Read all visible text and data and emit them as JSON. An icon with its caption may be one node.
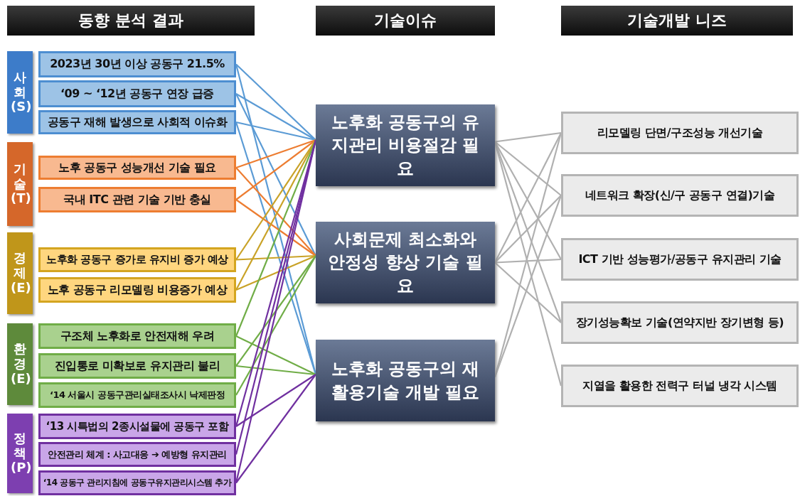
{
  "diagram": {
    "nodes": [
      {
        "text": [
          "동향 분석 결과"
        ]
      },
      {
        "text": [
          "기술이슈"
        ]
      },
      {
        "text": [
          "기술개발 니즈"
        ]
      },
      {
        "text": [
          "사회 (S)"
        ]
      },
      {
        "text": [
          "2023년 30년 이상 공동구 21.5%"
        ]
      },
      {
        "text": [
          "‘09 ~ ‘12년 공동구 연장 급증"
        ]
      },
      {
        "text": [
          "공동구 재해 발생으로 사회적 이슈화"
        ]
      },
      {
        "text": [
          "기술 (T)"
        ]
      },
      {
        "text": [
          "노후 공동구 성능개선 기술 필요"
        ]
      },
      {
        "text": [
          "국내 ITC 관련 기술 기반 충실"
        ]
      },
      {
        "text": [
          "경제 (E)"
        ]
      },
      {
        "text": [
          "노후화 공동구 증가로 유지비 증가 예상"
        ]
      },
      {
        "text": [
          "노후 공동구 리모델링 비용증가 예상"
        ]
      },
      {
        "text": [
          "환경 (E)"
        ]
      },
      {
        "text": [
          "구조체 노후화로 안전재해 우려"
        ]
      },
      {
        "text": [
          "진입통로 미확보로 유지관리 불리"
        ]
      },
      {
        "text": [
          "‘14 서울시 공동구관리실태조사시 낙제판정"
        ]
      },
      {
        "text": [
          "정책 (P)"
        ]
      },
      {
        "text": [
          "‘13 시특법의 2종시설물에 공동구 포함"
        ]
      },
      {
        "text": [
          "안전관리 체계 : 사고대응 ➔ 예방형 유지관리"
        ]
      },
      {
        "text": [
          "‘14 공동구 관리지침에 공동구유지관리시스템 추가"
        ]
      },
      {
        "text": [
          "노후화 공동구의 유지관리 비용절감 필요"
        ]
      },
      {
        "text": [
          "사회문제 최소화와 안정성 향상 기술 필요"
        ]
      },
      {
        "text": [
          "노후화 공동구의 재활용기술 개발 필요"
        ]
      },
      {
        "text": [
          "리모델링 단면/구조성능 개선기술"
        ]
      },
      {
        "text": [
          "네트워크 확장(신/구 공동구 연결)기술"
        ]
      },
      {
        "text": [
          "ICT 기반 성능평가/공동구 유지관리 기술"
        ]
      },
      {
        "text": [
          "장기성능확보 기술(연약지반 장기변형 등)"
        ]
      },
      {
        "text": [
          "지열을 활용한 전력구 터널 냉각 시스템"
        ]
      }
    ],
    "edges": [
      {
        "from": 4,
        "to": 21,
        "arrow": "none",
        "color": "#5b9bd5"
      },
      {
        "from": 4,
        "to": 23,
        "arrow": "none",
        "color": "#5b9bd5"
      },
      {
        "from": 5,
        "to": 21,
        "arrow": "none",
        "color": "#5b9bd5"
      },
      {
        "from": 5,
        "to": 22,
        "arrow": "none",
        "color": "#5b9bd5"
      },
      {
        "from": 6,
        "to": 21,
        "arrow": "none",
        "color": "#5b9bd5"
      },
      {
        "from": 6,
        "to": 23,
        "arrow": "none",
        "color": "#5b9bd5"
      },
      {
        "from": 8,
        "to": 21,
        "arrow": "none",
        "color": "#ed7d31"
      },
      {
        "from": 8,
        "to": 22,
        "arrow": "none",
        "color": "#ed7d31"
      },
      {
        "from": 9,
        "to": 21,
        "arrow": "none",
        "color": "#ed7d31"
      },
      {
        "from": 9,
        "to": 22,
        "arrow": "none",
        "color": "#ed7d31"
      },
      {
        "from": 11,
        "to": 21,
        "arrow": "none",
        "color": "#c9a227"
      },
      {
        "from": 11,
        "to": 22,
        "arrow": "none",
        "color": "#c9a227"
      },
      {
        "from": 12,
        "to": 21,
        "arrow": "none",
        "color": "#c9a227"
      },
      {
        "from": 12,
        "to": 22,
        "arrow": "none",
        "color": "#c9a227"
      },
      {
        "from": 14,
        "to": 21,
        "arrow": "none",
        "color": "#70ad47"
      },
      {
        "from": 14,
        "to": 23,
        "arrow": "none",
        "color": "#70ad47"
      },
      {
        "from": 15,
        "to": 22,
        "arrow": "none",
        "color": "#70ad47"
      },
      {
        "from": 15,
        "to": 23,
        "arrow": "none",
        "color": "#70ad47"
      },
      {
        "from": 16,
        "to": 22,
        "arrow": "none",
        "color": "#70ad47"
      },
      {
        "from": 18,
        "to": 21,
        "arrow": "none",
        "color": "#7030a0"
      },
      {
        "from": 18,
        "to": 23,
        "arrow": "none",
        "color": "#7030a0"
      },
      {
        "from": 19,
        "to": 21,
        "arrow": "none",
        "color": "#7030a0"
      },
      {
        "from": 20,
        "to": 21,
        "arrow": "none",
        "color": "#7030a0"
      },
      {
        "from": 20,
        "to": 23,
        "arrow": "none",
        "color": "#7030a0"
      },
      {
        "from": 21,
        "to": 24,
        "arrow": "none"
      },
      {
        "from": 21,
        "to": 25,
        "arrow": "none"
      },
      {
        "from": 21,
        "to": 26,
        "arrow": "none"
      },
      {
        "from": 21,
        "to": 27,
        "arrow": "none"
      },
      {
        "from": 21,
        "to": 28,
        "arrow": "none"
      },
      {
        "from": 22,
        "to": 24,
        "arrow": "none"
      },
      {
        "from": 22,
        "to": 25,
        "arrow": "none"
      },
      {
        "from": 22,
        "to": 26,
        "arrow": "none"
      },
      {
        "from": 22,
        "to": 27,
        "arrow": "none"
      },
      {
        "from": 23,
        "to": 24,
        "arrow": "none"
      },
      {
        "from": 23,
        "to": 25,
        "arrow": "none"
      }
    ]
  }
}
